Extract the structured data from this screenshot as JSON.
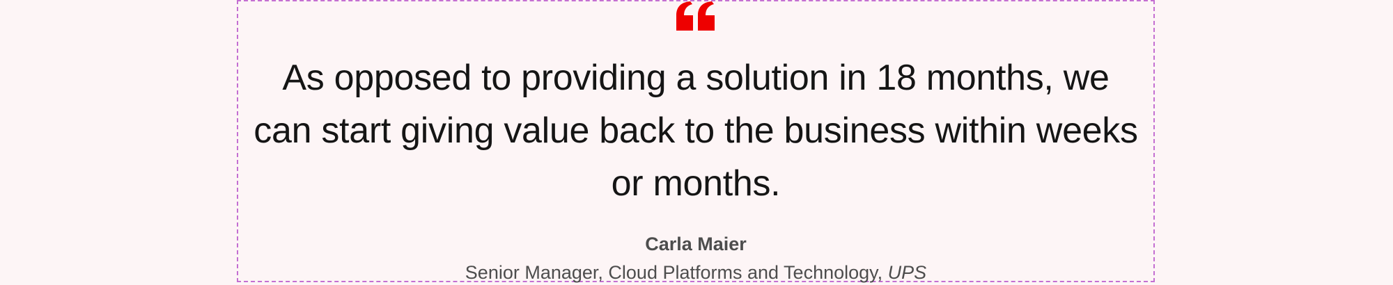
{
  "testimonial": {
    "quote": "As opposed to providing a solution in 18 months, we can start giving value back to the business within weeks or months.",
    "author_name": "Carla Maier",
    "author_title": "Senior Manager, Cloud Platforms and Technology,",
    "author_company": "UPS",
    "quote_icon": "quote-mark-icon"
  },
  "colors": {
    "background": "#fdf5f6",
    "accent": "#ee0000",
    "text": "#151515",
    "muted_text": "#4d4d4d",
    "box_border": "#c46fd2"
  }
}
